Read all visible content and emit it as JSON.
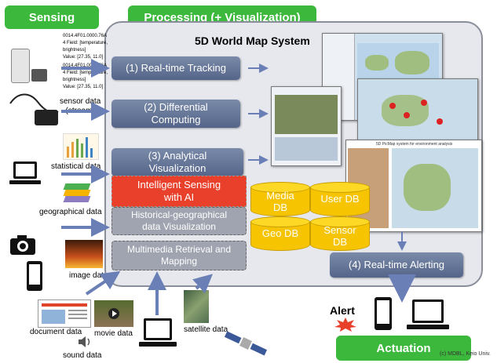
{
  "headers": {
    "sensing": "Sensing",
    "processing": "Processing (+ Visualization)",
    "actuation": "Actuation"
  },
  "system_title": "5D World Map System",
  "steps": {
    "s1": "(1) Real-time Tracking",
    "s2_l1": "(2) Differential",
    "s2_l2": "Computing",
    "s3_l1": "(3) Analytical",
    "s3_l2": "Visualization",
    "s4": "(4) Real-time Alerting"
  },
  "sub_boxes": {
    "ai_l1": "Intelligent Sensing",
    "ai_l2": "with AI",
    "hist_l1": "Historical-geographical",
    "hist_l2": "data Visualization",
    "mm_l1": "Multimedia Retrieval and",
    "mm_l2": "Mapping"
  },
  "databases": {
    "media_l1": "Media",
    "media_l2": "DB",
    "user": "User DB",
    "geo": "Geo DB",
    "sensor_l1": "Sensor",
    "sensor_l2": "DB"
  },
  "sensor_readout": {
    "a1": "0014.4F01.0000.76A",
    "a2": "4 Field: [temperature,",
    "a3": "brightness]",
    "a4": "Value: [27.35, 11.0]",
    "b1": "0014.4F01.0000.76A",
    "b2": "4 Field: [temperature,",
    "b3": "brightness]",
    "b4": "Value: [27.35, 11.0]"
  },
  "labels": {
    "sensor_l1": "sensor data",
    "sensor_l2": "(stream)",
    "statistical": "statistical data",
    "geographical": "geographical data",
    "image": "image data",
    "document": "document data",
    "movie": "movie data",
    "sound": "sound data",
    "satellite": "satellite data",
    "alert": "Alert",
    "screenshot_caption": "5D PicMap system for environment analysis",
    "credit": "(c) MDBL, Keio Univ."
  },
  "colors": {
    "green": "#3cb83c",
    "step_blue": "#5f6f92",
    "ai_red": "#e8402a",
    "db_yellow": "#f6c400",
    "panel_grey": "#e6e8ee",
    "arrow_blue": "#6a7fb5"
  }
}
